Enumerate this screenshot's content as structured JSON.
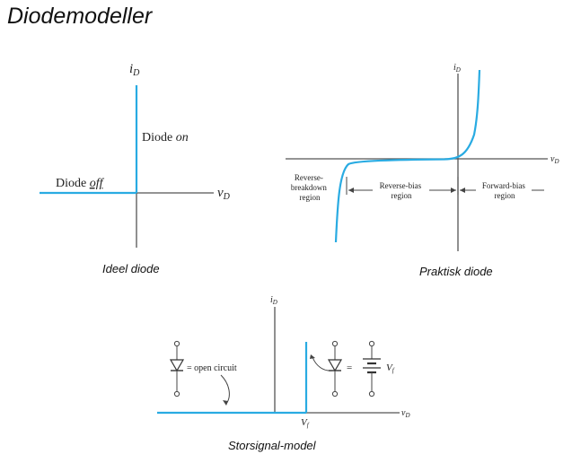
{
  "title": "Diodemodeller",
  "ideal": {
    "caption": "Ideel diode",
    "axis_y": "i",
    "axis_y_sub": "D",
    "axis_x": "v",
    "axis_x_sub": "D",
    "on_label_1": "Diode",
    "on_label_2": "on",
    "off_label_1": "Diode",
    "off_label_2": "off"
  },
  "practical": {
    "caption": "Praktisk diode",
    "axis_y": "i",
    "axis_y_sub": "D",
    "axis_x": "v",
    "axis_x_sub": "D",
    "breakdown_1": "Reverse-",
    "breakdown_2": "breakdown",
    "breakdown_3": "region",
    "reverse_1": "Reverse-bias",
    "reverse_2": "region",
    "forward_1": "Forward-bias",
    "forward_2": "region"
  },
  "large_signal": {
    "caption": "Storsignal-model",
    "axis_y": "i",
    "axis_y_sub": "D",
    "axis_x": "v",
    "axis_x_sub": "D",
    "open_circuit": "= open circuit",
    "equals": "=",
    "vf": "V",
    "vf_sub": "f",
    "vf_axis": "V",
    "vf_axis_sub": "f"
  },
  "colors": {
    "curve": "#29abe2",
    "axis": "#555555"
  }
}
